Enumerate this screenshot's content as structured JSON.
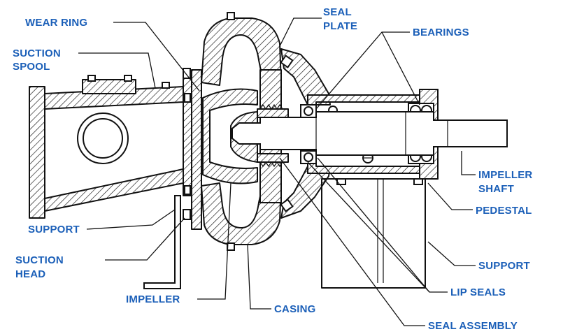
{
  "labels": {
    "wear_ring": "WEAR RING",
    "suction_spool_1": "SUCTION",
    "suction_spool_2": "SPOOL",
    "seal_plate_1": "SEAL",
    "seal_plate_2": "PLATE",
    "bearings": "BEARINGS",
    "impeller_shaft_1": "IMPELLER",
    "impeller_shaft_2": "SHAFT",
    "pedestal": "PEDESTAL",
    "support_left": "SUPPORT",
    "suction_head_1": "SUCTION",
    "suction_head_2": "HEAD",
    "impeller": "IMPELLER",
    "casing": "CASING",
    "support_right": "SUPPORT",
    "lip_seals": "LIP SEALS",
    "seal_assembly": "SEAL ASSEMBLY"
  },
  "colors": {
    "label": "#1b5fb8",
    "line": "#111111"
  }
}
